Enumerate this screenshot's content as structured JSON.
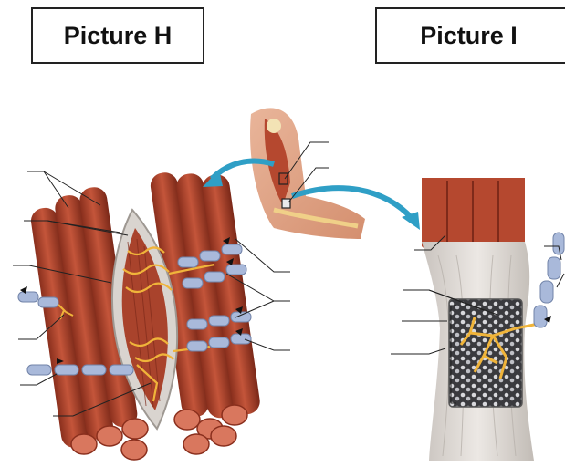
{
  "panels": {
    "left_title": "Picture H",
    "right_title": "Picture I"
  },
  "colors": {
    "muscle": "#b5482f",
    "muscle_dark": "#7e2a1a",
    "muscle_end": "#d9775e",
    "connective": "#d9d4cf",
    "nerve": "#f0b43a",
    "myelin": "#a9b9da",
    "arrow": "#2f9fc6",
    "leader": "#222222"
  },
  "icons": {
    "left": "muscle-spindle-illustration",
    "right": "golgi-tendon-organ-illustration",
    "inset": "arm-muscle-icon"
  }
}
